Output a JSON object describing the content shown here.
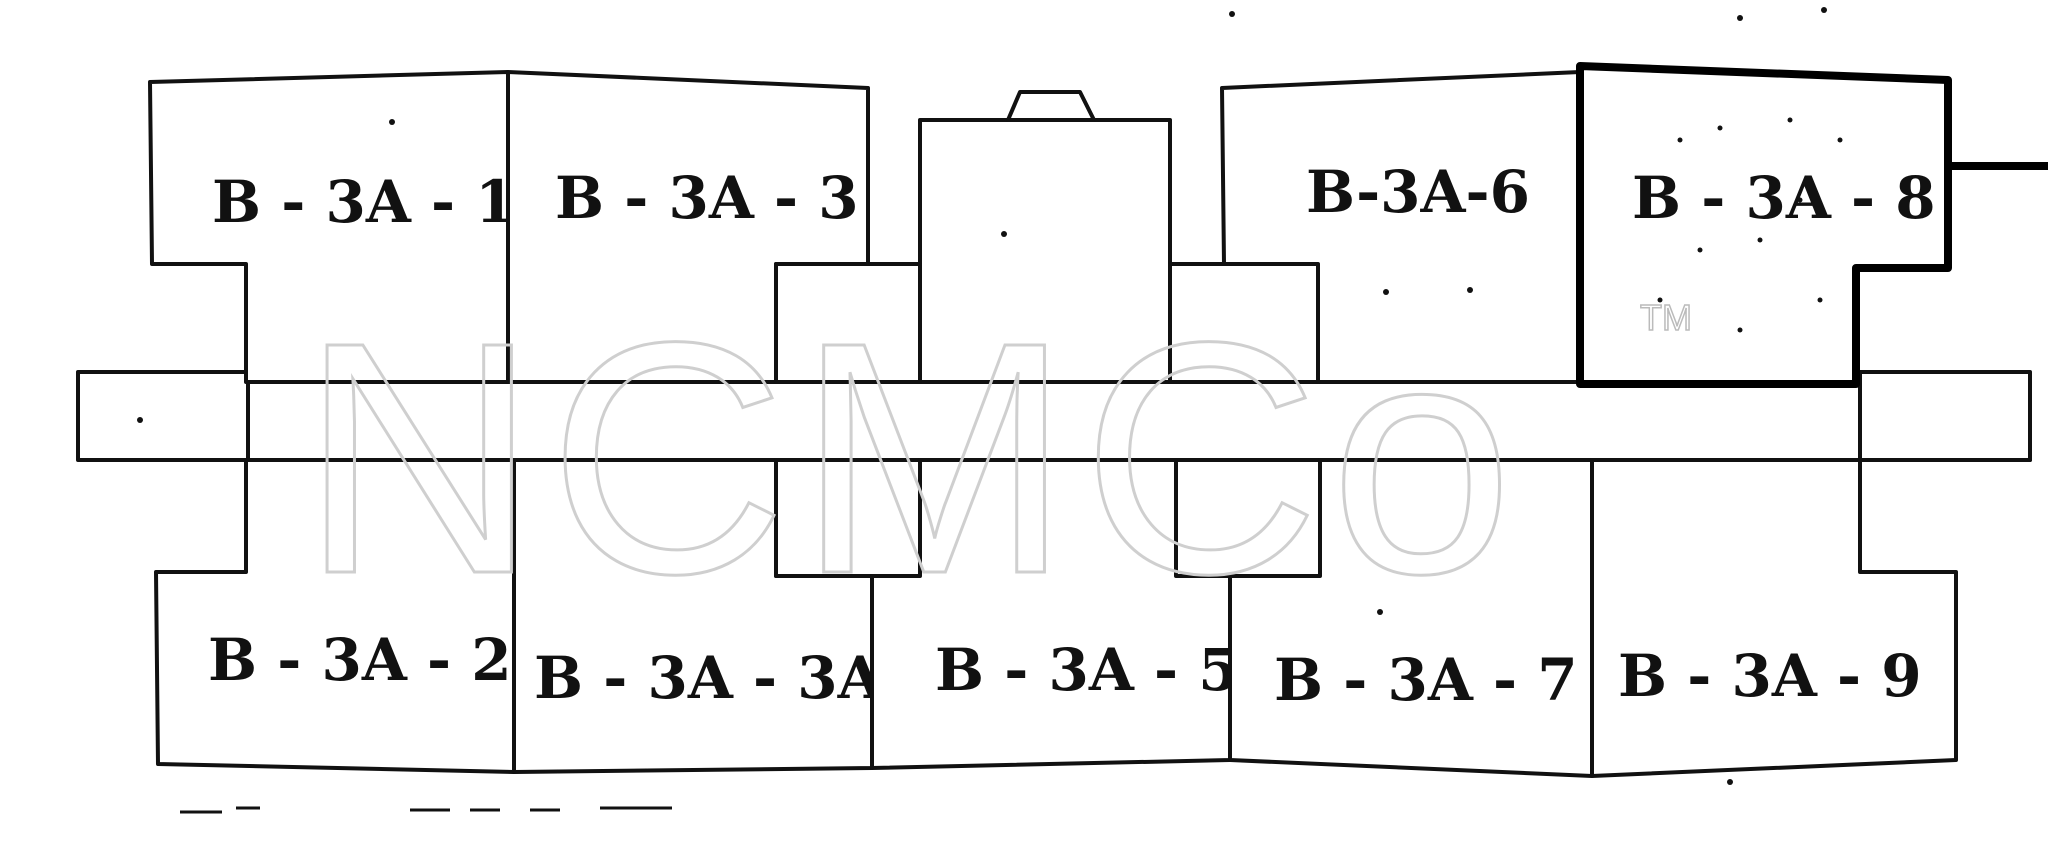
{
  "units": {
    "b3a1": "B - 3A - 1",
    "b3a3": "B - 3A - 3",
    "b3a6": "B-3A-6",
    "b3a8": "B - 3A - 8",
    "b3a2": "B - 3A - 2",
    "b3a3a": "B - 3A - 3A",
    "b3a5": "B - 3A - 5",
    "b3a7": "B - 3A - 7",
    "b3a9": "B - 3A - 9"
  },
  "highlighted_unit": "B - 3A - 8",
  "watermark": {
    "text": "NCMCo",
    "trademark": "TM"
  },
  "colors": {
    "line": "#111111",
    "background": "#ffffff",
    "watermark": "#cfcfcf"
  }
}
